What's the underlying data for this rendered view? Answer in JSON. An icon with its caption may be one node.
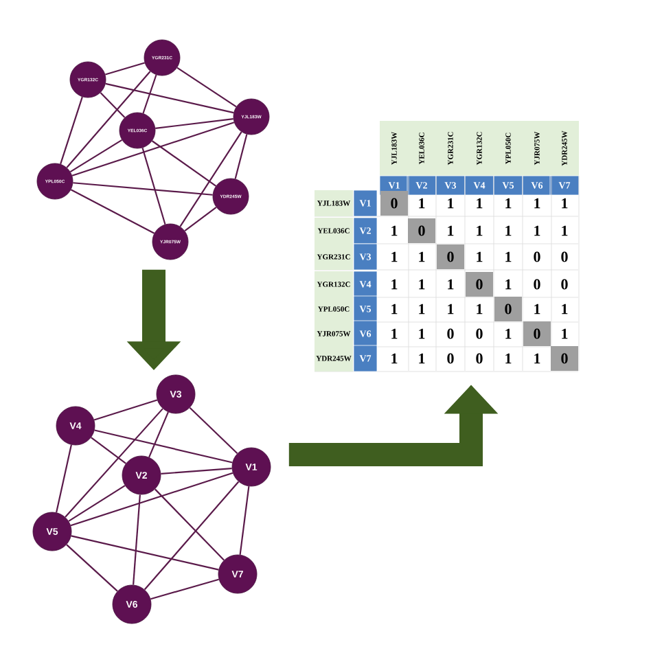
{
  "diagram": {
    "nodes": [
      {
        "text": [],
        "shape": "box"
      },
      {
        "text": [
          "YJL183W"
        ],
        "in": 0
      },
      {
        "text": [
          "YEL036C"
        ],
        "in": 0
      },
      {
        "text": [
          "YGR231C"
        ],
        "in": 0
      },
      {
        "text": [
          "YGR132C"
        ],
        "in": 0
      },
      {
        "text": [
          "YPL050C"
        ],
        "in": 0
      },
      {
        "text": [
          "YJR075W"
        ],
        "in": 0
      },
      {
        "text": [
          "YDR245W"
        ],
        "in": 0
      },
      {
        "text": [],
        "shape": "box"
      },
      {
        "text": [
          "V1"
        ],
        "in": 8
      },
      {
        "text": [
          "V2"
        ],
        "in": 8
      },
      {
        "text": [
          "V3"
        ],
        "in": 8
      },
      {
        "text": [
          "V4"
        ],
        "in": 8
      },
      {
        "text": [
          "V5"
        ],
        "in": 8
      },
      {
        "text": [
          "V6"
        ],
        "in": 8
      },
      {
        "text": [
          "V7"
        ],
        "in": 8
      },
      {
        "text": [],
        "shape": "box"
      }
    ],
    "edges": [
      {
        "from": 1,
        "to": 2,
        "arrow": "none"
      },
      {
        "from": 1,
        "to": 3,
        "arrow": "none"
      },
      {
        "from": 1,
        "to": 4,
        "arrow": "none"
      },
      {
        "from": 1,
        "to": 5,
        "arrow": "none"
      },
      {
        "from": 1,
        "to": 6,
        "arrow": "none"
      },
      {
        "from": 1,
        "to": 7,
        "arrow": "none"
      },
      {
        "from": 2,
        "to": 3,
        "arrow": "none"
      },
      {
        "from": 2,
        "to": 4,
        "arrow": "none"
      },
      {
        "from": 2,
        "to": 5,
        "arrow": "none"
      },
      {
        "from": 2,
        "to": 6,
        "arrow": "none"
      },
      {
        "from": 2,
        "to": 7,
        "arrow": "none"
      },
      {
        "from": 3,
        "to": 4,
        "arrow": "none"
      },
      {
        "from": 3,
        "to": 5,
        "arrow": "none"
      },
      {
        "from": 4,
        "to": 5,
        "arrow": "none"
      },
      {
        "from": 5,
        "to": 6,
        "arrow": "none"
      },
      {
        "from": 5,
        "to": 7,
        "arrow": "none"
      },
      {
        "from": 6,
        "to": 7,
        "arrow": "none"
      },
      {
        "from": 9,
        "to": 10,
        "arrow": "none"
      },
      {
        "from": 9,
        "to": 11,
        "arrow": "none"
      },
      {
        "from": 9,
        "to": 12,
        "arrow": "none"
      },
      {
        "from": 9,
        "to": 13,
        "arrow": "none"
      },
      {
        "from": 9,
        "to": 14,
        "arrow": "none"
      },
      {
        "from": 9,
        "to": 15,
        "arrow": "none"
      },
      {
        "from": 10,
        "to": 11,
        "arrow": "none"
      },
      {
        "from": 10,
        "to": 12,
        "arrow": "none"
      },
      {
        "from": 10,
        "to": 13,
        "arrow": "none"
      },
      {
        "from": 10,
        "to": 14,
        "arrow": "none"
      },
      {
        "from": 10,
        "to": 15,
        "arrow": "none"
      },
      {
        "from": 11,
        "to": 12,
        "arrow": "none"
      },
      {
        "from": 11,
        "to": 13,
        "arrow": "none"
      },
      {
        "from": 12,
        "to": 13,
        "arrow": "none"
      },
      {
        "from": 13,
        "to": 14,
        "arrow": "none"
      },
      {
        "from": 13,
        "to": 15,
        "arrow": "none"
      },
      {
        "from": 14,
        "to": 15,
        "arrow": "none"
      },
      {
        "from": 0,
        "to": 8,
        "arrow": "to",
        "style": "thick",
        "color": "#3f5e1f"
      },
      {
        "from": 8,
        "to": 16,
        "arrow": "to",
        "style": "thick",
        "color": "#3f5e1f"
      }
    ],
    "labels": [
      "YJL183W",
      "YEL036C",
      "YGR231C",
      "YGR132C",
      "YPL050C",
      "YJR075W",
      "YDR245W",
      "V1",
      "V2",
      "V3",
      "V4",
      "V5",
      "V6",
      "V7",
      "YJL183W",
      "V1",
      "0",
      "1",
      "1",
      "1",
      "1",
      "1",
      "1",
      "YEL036C",
      "V2",
      "1",
      "0",
      "1",
      "1",
      "1",
      "1",
      "1",
      "YGR231C",
      "V3",
      "1",
      "1",
      "0",
      "1",
      "1",
      "0",
      "0",
      "YGR132C",
      "V4",
      "1",
      "1",
      "1",
      "0",
      "1",
      "0",
      "0",
      "YPL050C",
      "V5",
      "1",
      "1",
      "1",
      "1",
      "0",
      "1",
      "1",
      "YJR075W",
      "V6",
      "1",
      "1",
      "0",
      "0",
      "1",
      "0",
      "1",
      "YDR245W",
      "V7",
      "1",
      "1",
      "0",
      "0",
      "1",
      "1",
      "0"
    ]
  }
}
